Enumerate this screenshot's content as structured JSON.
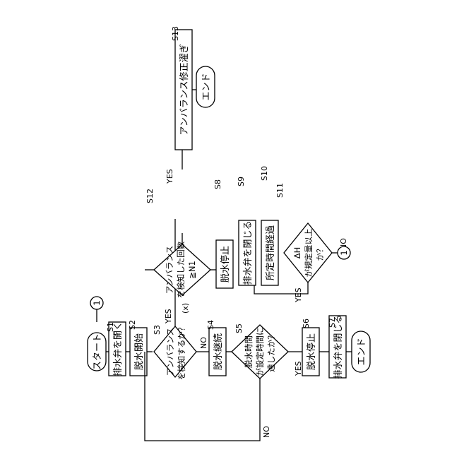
{
  "flowchart": {
    "start": "スタート",
    "end_left": "エンド",
    "end_top": "エンド",
    "connector_1": "1",
    "connector_2": "1",
    "s1": {
      "step": "S1",
      "text": "排水弁を開く"
    },
    "s2": {
      "step": "S2",
      "text": "脱水開始"
    },
    "s3": {
      "step": "S3",
      "line1": "アンバランス",
      "line2": "を検知するか？"
    },
    "s4": {
      "step": "S4",
      "text": "脱水継続"
    },
    "s5": {
      "step": "S5",
      "line1": "脱水時間",
      "line2": "が設定時間に",
      "line3": "達したか？"
    },
    "s6": {
      "step": "S6",
      "text": "脱水停止"
    },
    "s7": {
      "step": "S7",
      "text": "排水弁を閉じる"
    },
    "s8": {
      "step": "S8",
      "text": "脱水停止"
    },
    "s9": {
      "step": "S9",
      "text": "排水弁を閉じる"
    },
    "s10": {
      "step": "S10",
      "text": "所定時間経過"
    },
    "s11": {
      "step": "S11",
      "line1": "ΔH",
      "line2": "が規定量以上",
      "line3": "か？"
    },
    "s12": {
      "step": "S12",
      "line1": "アンバランス",
      "line2": "を検知した回数",
      "line3": "≧N1"
    },
    "s13": {
      "step": "S13",
      "text": "アンバランス修正濯ぎ"
    },
    "x_label": "(x)",
    "yes": "YES",
    "no": "NO"
  }
}
